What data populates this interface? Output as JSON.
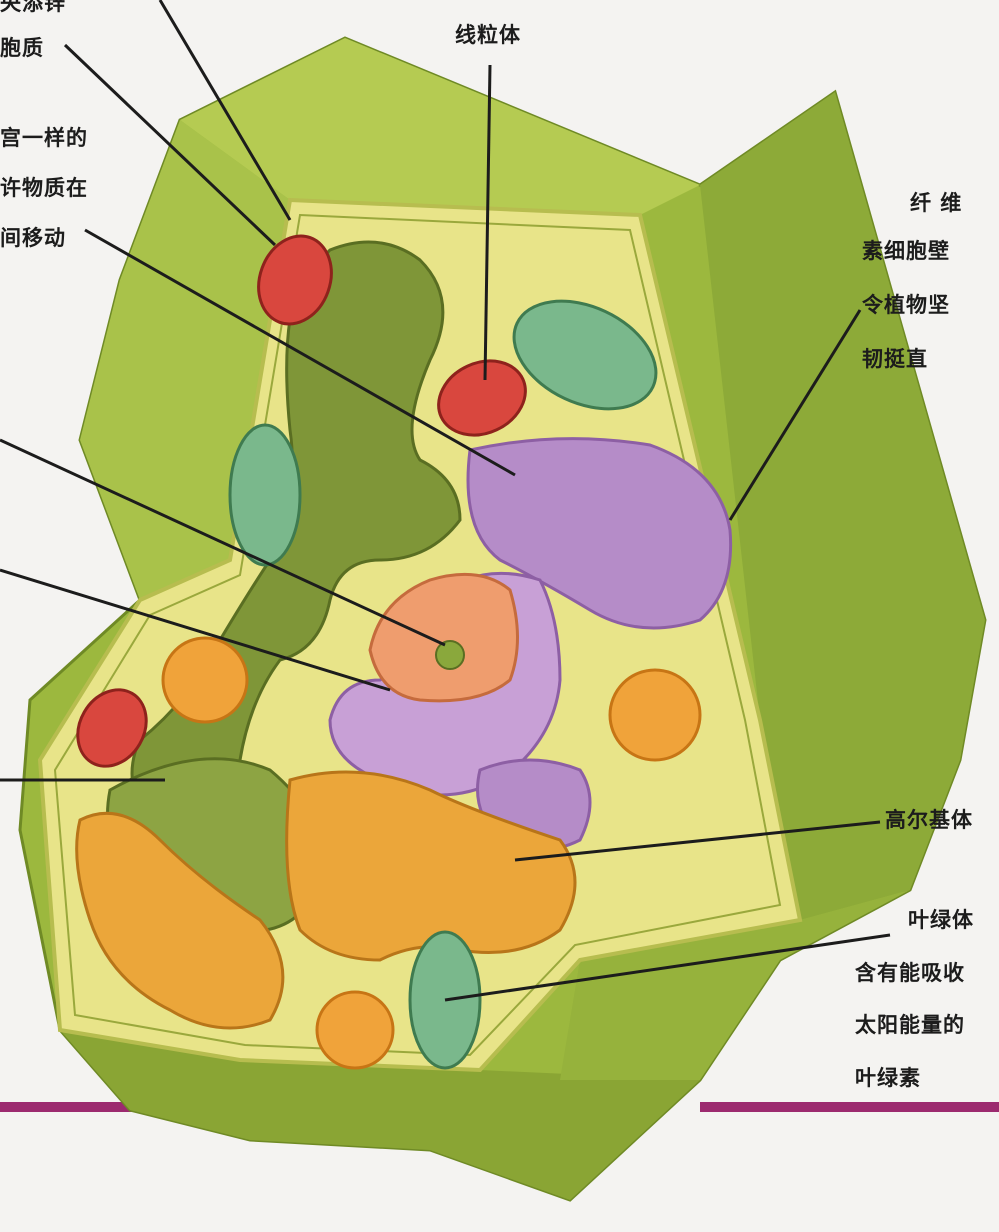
{
  "labels": {
    "top_left_partial": [
      "央添锌",
      "胞质"
    ],
    "cytoplasm_partial": [
      "宫一样的",
      "许物质在",
      "间移动"
    ],
    "mitochondria": "线粒体",
    "cell_wall": [
      "纤  维",
      "素细胞壁",
      "令植物坚",
      "韧挺直"
    ],
    "golgi": "高尔基体",
    "chloroplast": [
      "叶绿体",
      "含有能吸收",
      "太阳能量的",
      "叶绿素"
    ]
  },
  "colors": {
    "background": "#f4f3f1",
    "wall_green": "#9cb83e",
    "wall_light": "#c9d85e",
    "cytoplasm": "#e8e489",
    "vacuole": "#7f9638",
    "er_purple": "#b58cc8",
    "golgi_orange": "#eba63a",
    "nucleus_peach": "#ef9d6e",
    "mitochondria_red": "#d9473e",
    "chloroplast_teal": "#7ab88c",
    "divider_magenta": "#9c2a6f"
  }
}
